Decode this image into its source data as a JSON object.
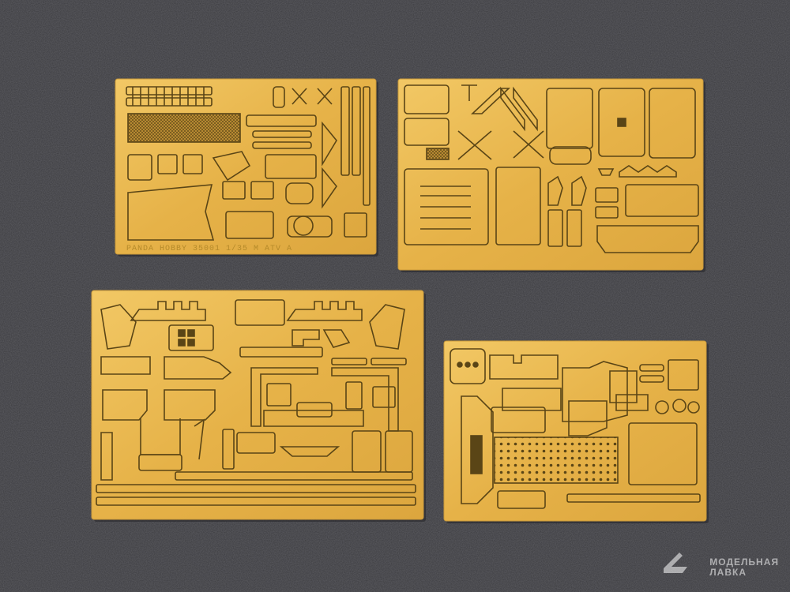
{
  "image": {
    "subject": "photo-etched brass detail sheets",
    "background_color": "#3a3a3e",
    "brass_color": "#e7b54a",
    "brass_light": "#f3cd6c",
    "etch_line_color": "#5a4516"
  },
  "sheets": [
    {
      "id": "sheet-top-left",
      "caption": "PANDA HOBBY 35001 1/35 M ATV A"
    },
    {
      "id": "sheet-top-right",
      "caption": ""
    },
    {
      "id": "sheet-bottom-left",
      "caption": ""
    },
    {
      "id": "sheet-bottom-right",
      "caption": ""
    }
  ],
  "watermark": {
    "line1": "МОДЕЛЬНАЯ",
    "line2": "ЛАВКА",
    "icon": "ship-logo-icon"
  }
}
